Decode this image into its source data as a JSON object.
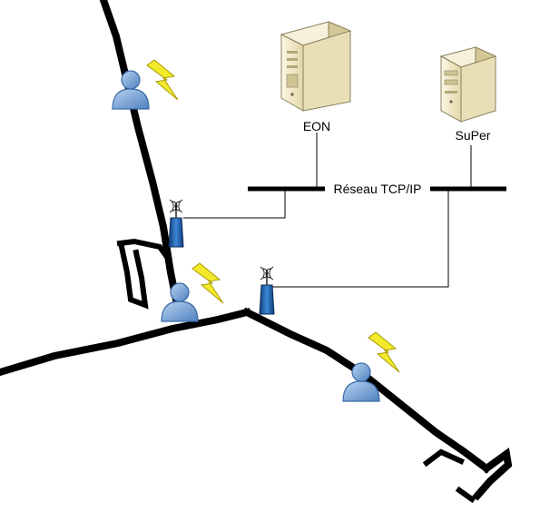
{
  "network": {
    "label": "Réseau TCP/IP",
    "servers": [
      {
        "label": "EON",
        "icon": "tower-server-icon"
      },
      {
        "label": "SuPer",
        "icon": "server-icon"
      }
    ],
    "access_points": [
      {
        "icon": "wireless-access-point-icon"
      },
      {
        "icon": "wireless-access-point-icon"
      }
    ],
    "users": [
      {
        "icon": "user-icon",
        "signal": "lightning-icon"
      },
      {
        "icon": "user-icon",
        "signal": "lightning-icon"
      },
      {
        "icon": "user-icon",
        "signal": "lightning-icon"
      }
    ]
  },
  "colors": {
    "road": "#000000",
    "user_blue": "#5b8dc9",
    "user_blue_light": "#a9c8ec",
    "bolt_yellow": "#f2ea2a",
    "bolt_outline": "#b5a900",
    "antenna_blue": "#1e5fa8",
    "server_beige": "#efe7c4",
    "server_shade": "#c9bf8e"
  }
}
